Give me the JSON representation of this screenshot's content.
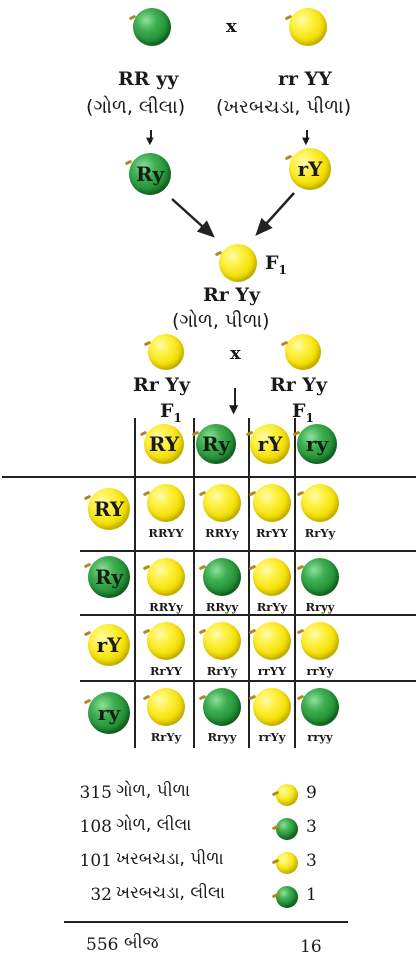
{
  "cross_symbol": "x",
  "parents": [
    {
      "genotype": "RR yy",
      "phenotype": "(ગોળ, લીલા)",
      "gamete": "Ry"
    },
    {
      "genotype": "rr YY",
      "phenotype": "(ખરબચડા, પીળા)",
      "gamete": "rY"
    }
  ],
  "f1": {
    "label": "F",
    "sub": "1",
    "genotype": "Rr Yy",
    "phenotype": "(ગોળ, પીળા)"
  },
  "f1_cross": [
    {
      "genotype": "Rr Yy",
      "label": "F",
      "sub": "1"
    },
    {
      "genotype": "Rr Yy",
      "label": "F",
      "sub": "1"
    }
  ],
  "gametes_top": [
    "RY",
    "Ry",
    "rY",
    "ry"
  ],
  "gametes_side": [
    "RY",
    "Ry",
    "rY",
    "ry"
  ],
  "pea_colors": {
    "yellow": "#f2df00",
    "green": "#1f8b34"
  },
  "punnett": [
    [
      {
        "g": "RRYY",
        "c": "y"
      },
      {
        "g": "RRYy",
        "c": "y"
      },
      {
        "g": "RrYY",
        "c": "y"
      },
      {
        "g": "RrYy",
        "c": "y"
      }
    ],
    [
      {
        "g": "RRYy",
        "c": "y"
      },
      {
        "g": "RRyy",
        "c": "g"
      },
      {
        "g": "RrYy",
        "c": "y"
      },
      {
        "g": "Rryy",
        "c": "g"
      }
    ],
    [
      {
        "g": "RrYY",
        "c": "y"
      },
      {
        "g": "RrYy",
        "c": "y"
      },
      {
        "g": "rrYY",
        "c": "y"
      },
      {
        "g": "rrYy",
        "c": "y"
      }
    ],
    [
      {
        "g": "RrYy",
        "c": "y"
      },
      {
        "g": "Rryy",
        "c": "g"
      },
      {
        "g": "rrYy",
        "c": "y"
      },
      {
        "g": "rryy",
        "c": "g"
      }
    ]
  ],
  "results": [
    {
      "count": "315",
      "desc": "ગોળ, પીળા",
      "ratio": "9",
      "c": "y"
    },
    {
      "count": "108",
      "desc": "ગોળ, લીલા",
      "ratio": "3",
      "c": "g"
    },
    {
      "count": "101",
      "desc": "ખરબચડા, પીળા",
      "ratio": "3",
      "c": "y"
    },
    {
      "count": "32",
      "desc": "ખરબચડા, લીલા",
      "ratio": "1",
      "c": "g"
    }
  ],
  "total": {
    "count": "556",
    "desc": "બીજ",
    "ratio": "16"
  }
}
